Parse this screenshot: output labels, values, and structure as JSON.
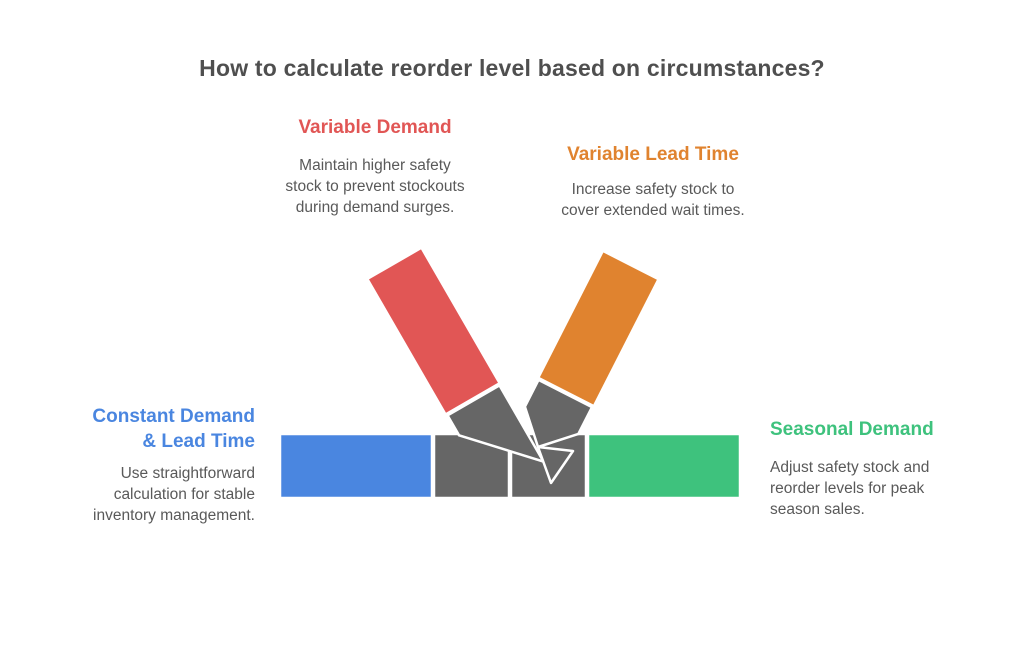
{
  "title": "How to calculate reorder level based on circumstances?",
  "sections": {
    "variable_demand": {
      "heading": "Variable Demand",
      "description": "Maintain higher safety\nstock to prevent stockouts\nduring demand surges."
    },
    "variable_lead_time": {
      "heading": "Variable Lead Time",
      "description": "Increase safety stock to\ncover extended wait times."
    },
    "constant_demand_lead_time": {
      "heading": "Constant Demand\n& Lead Time",
      "description": "Use straightforward\ncalculation for stable\ninventory management."
    },
    "seasonal_demand": {
      "heading": "Seasonal Demand",
      "description": "Adjust safety stock and\nreorder levels for peak\nseason sales."
    }
  },
  "colors": {
    "red": "#e15655",
    "orange": "#e0832f",
    "blue": "#4a86e0",
    "green": "#3ec27d",
    "gray": "#666666",
    "title_text": "#4f4f4f",
    "body_text": "#595959"
  }
}
